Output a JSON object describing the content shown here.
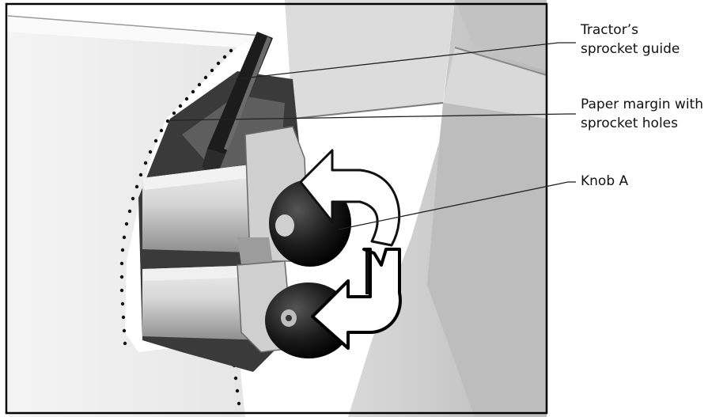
{
  "callouts": [
    {
      "id": "sprocket-guide",
      "lines": [
        "Tractor’s",
        "sprocket guide"
      ]
    },
    {
      "id": "paper-margin",
      "lines": [
        "Paper margin with",
        "sprocket holes"
      ]
    },
    {
      "id": "knob-a",
      "lines": [
        "Knob A"
      ]
    }
  ],
  "colors": {
    "frame": "#000000",
    "label_text": "#111111",
    "leader": "#222222"
  }
}
